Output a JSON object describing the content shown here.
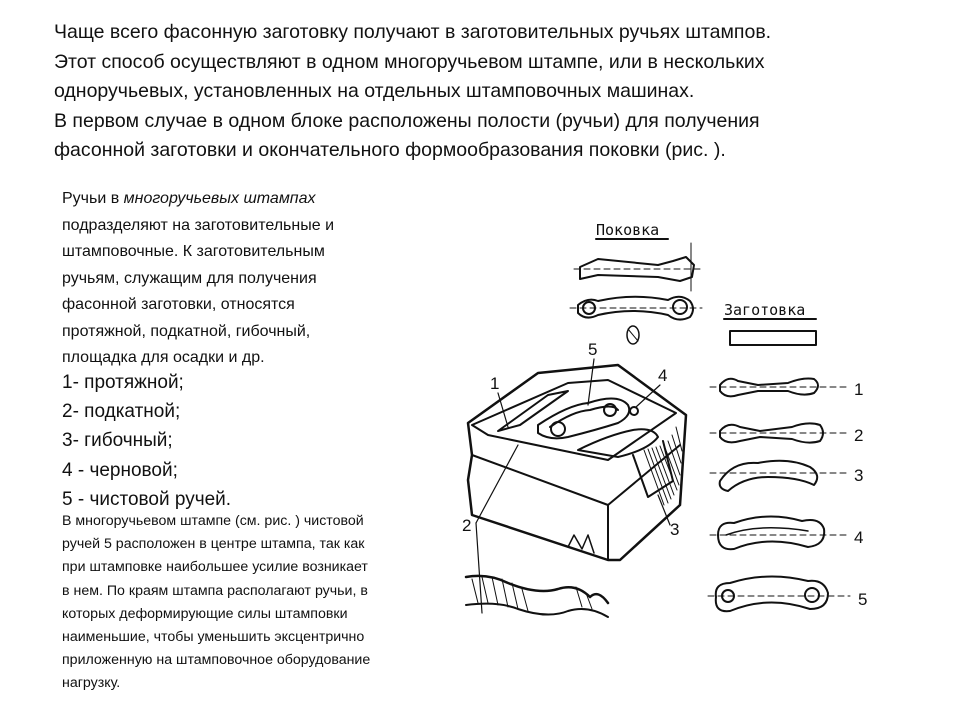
{
  "intro": {
    "lines": [
      "Чаще всего фасонную заготовку получают в заготовительных ручьях штампов.",
      "Этот способ  осуществляют  в одном многоручьевом штампе, или в нескольких",
      "одноручьевых, установленных на отдельных штамповочных машинах.",
      "В первом случае в одном блоке расположены полости (ручьи) для получения",
      "фасонной заготовки и окончательного формообразования поковки (рис. )."
    ]
  },
  "side": {
    "line1_prefix": "Ручьи в ",
    "line1_italic": "многоручьевых штампах",
    "lines": [
      "подразделяют на заготовительные и",
      "штамповочные. К заготовительным",
      "ручьям, служащим для получения",
      "фасонной заготовки, относятся",
      "протяжной, подкатной, гибочный,",
      "площадка для осадки и др."
    ]
  },
  "list": [
    "1- протяжной;",
    "2- подкатной;",
    "3- гибочный;",
    "4 - черновой;",
    "5 - чистовой ручей."
  ],
  "note": {
    "lines": [
      "В многоручьевом штампе (см. рис. ) чистовой",
      "ручей 5 расположен в центре штампа, так как",
      "при штамповке наибольшее усилие возникает",
      "в нем. По краям штампа располагают ручьи, в",
      "которых деформирующие силы штамповки",
      "наименьшие, чтобы уменьшить эксцентрично",
      "приложенную на штамповочное оборудование",
      "нагрузку."
    ]
  },
  "figure": {
    "label_forging": "Поковка",
    "label_blank": "Заготовка",
    "die_labels": [
      "1",
      "2",
      "3",
      "4",
      "5"
    ],
    "stage_labels": [
      "1",
      "2",
      "3",
      "4",
      "5"
    ]
  }
}
